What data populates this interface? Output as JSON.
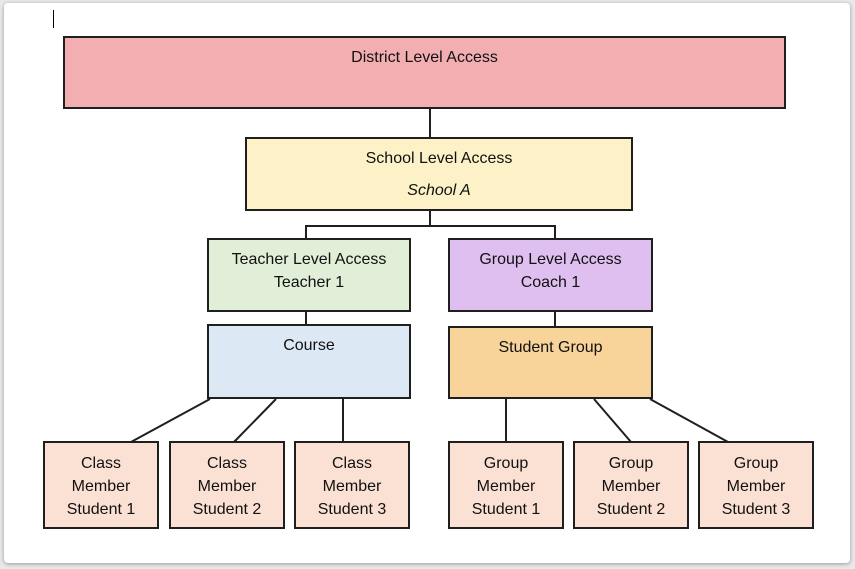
{
  "district": {
    "label": "District Level Access"
  },
  "school": {
    "label": "School Level Access",
    "name": "School A"
  },
  "teacher": {
    "label": "Teacher Level Access",
    "name": "Teacher 1"
  },
  "group": {
    "label": "Group Level Access",
    "name": "Coach 1"
  },
  "course": {
    "label": "Course"
  },
  "student_group": {
    "label": "Student Group"
  },
  "class_members": [
    {
      "line1": "Class",
      "line2": "Member",
      "line3": "Student 1"
    },
    {
      "line1": "Class",
      "line2": "Member",
      "line3": "Student 2"
    },
    {
      "line1": "Class",
      "line2": "Member",
      "line3": "Student 3"
    }
  ],
  "group_members": [
    {
      "line1": "Group",
      "line2": "Member",
      "line3": "Student 1"
    },
    {
      "line1": "Group",
      "line2": "Member",
      "line3": "Student 2"
    },
    {
      "line1": "Group",
      "line2": "Member",
      "line3": "Student 3"
    }
  ],
  "colors": {
    "district": "#f2aeb0",
    "school": "#fdf1c8",
    "teacher": "#e1eed8",
    "group": "#dfbff0",
    "course": "#dde8f5",
    "student_group": "#f8d39a",
    "member": "#fbe1d3"
  }
}
